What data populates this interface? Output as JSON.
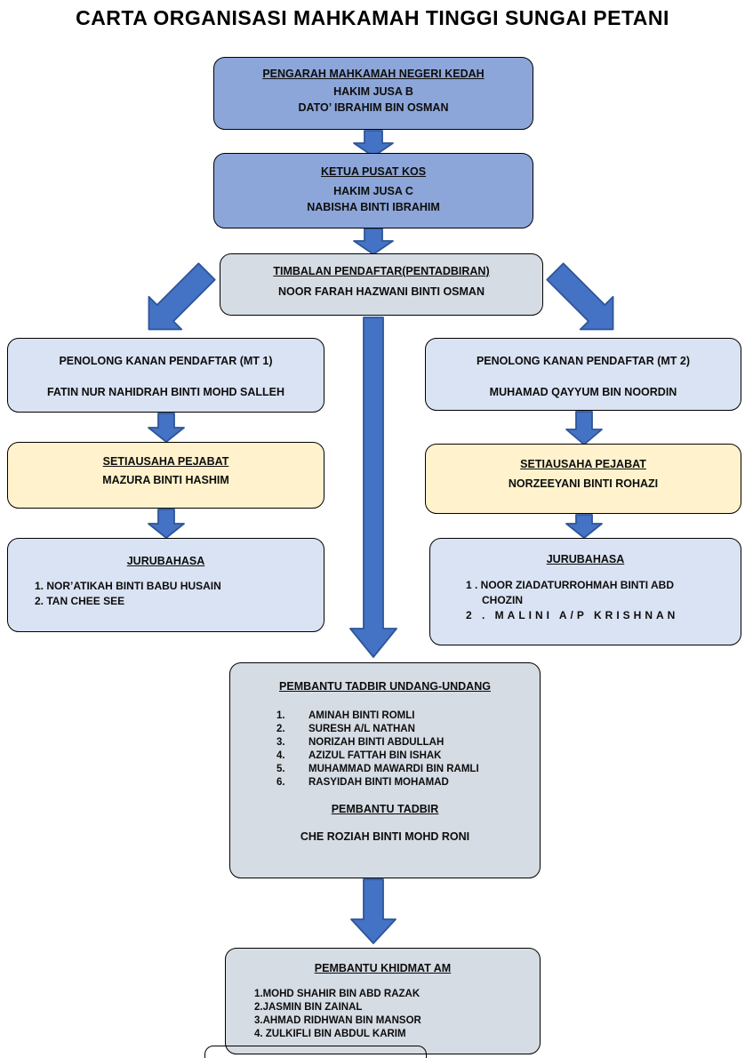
{
  "title": "CARTA ORGANISASI MAHKAMAH TINGGI SUNGAI PETANI",
  "colors": {
    "top_box_fill": "#8CA6D9",
    "gray_box_fill": "#D6DCE4",
    "light_blue_box_fill": "#DAE3F3",
    "yellow_box_fill": "#FFF2CC",
    "arrow_fill": "#4472C4",
    "arrow_stroke": "#2E5597",
    "box_border": "#000000"
  },
  "boxes": {
    "pengarah": {
      "title": "PENGARAH MAHKAMAH NEGERI KEDAH",
      "lines": [
        "HAKIM JUSA  B",
        "DATO’ IBRAHIM BIN OSMAN"
      ]
    },
    "ketua_pusat_kos": {
      "title": "KETUA PUSAT KOS",
      "lines": [
        "HAKIM JUSA C",
        "NABISHA BINTI IBRAHIM"
      ]
    },
    "timbalan_pendaftar": {
      "title": "TIMBALAN PENDAFTAR(PENTADBIRAN)",
      "lines": [
        "NOOR FARAH HAZWANI BINTI OSMAN"
      ]
    },
    "pkp_mt1": {
      "title": "PENOLONG KANAN PENDAFTAR (MT 1)",
      "lines": [
        "FATIN NUR NAHIDRAH BINTI MOHD SALLEH"
      ]
    },
    "pkp_mt2": {
      "title": "PENOLONG KANAN PENDAFTAR (MT 2)",
      "lines": [
        "MUHAMAD QAYYUM BIN NOORDIN"
      ]
    },
    "setiausaha_mt1": {
      "title": "SETIAUSAHA PEJABAT",
      "lines": [
        "MAZURA BINTI HASHIM"
      ]
    },
    "setiausaha_mt2": {
      "title": "SETIAUSAHA PEJABAT",
      "lines": [
        "NORZEEYANI BINTI ROHAZI"
      ]
    },
    "jurubahasa_mt1": {
      "title": "JURUBAHASA",
      "items": [
        "1. NOR’ATIKAH BINTI BABU HUSAIN",
        "2. TAN CHEE SEE"
      ]
    },
    "jurubahasa_mt2": {
      "title": "JURUBAHASA",
      "items": [
        "1 . NOOR ZIADATURROHMAH BINTI ABD CHOZIN",
        "2 . MALINI A/P KRISHNAN"
      ]
    },
    "pembantu_tadbir_undang": {
      "title": "PEMBANTU TADBIR UNDANG-UNDANG",
      "items": [
        {
          "num": "1.",
          "name": "AMINAH BINTI ROMLI"
        },
        {
          "num": "2.",
          "name": "SURESH A/L NATHAN"
        },
        {
          "num": "3.",
          "name": "NORIZAH BINTI ABDULLAH"
        },
        {
          "num": "4.",
          "name": "AZIZUL FATTAH BIN ISHAK"
        },
        {
          "num": "5.",
          "name": "MUHAMMAD MAWARDI BIN RAMLI"
        },
        {
          "num": "6.",
          "name": "RASYIDAH BINTI MOHAMAD"
        }
      ],
      "subtitle": "PEMBANTU TADBIR",
      "subtitle_lines": [
        "CHE ROZIAH BINTI MOHD RONI"
      ]
    },
    "pembantu_khidmat_am": {
      "title": "PEMBANTU KHIDMAT AM",
      "items": [
        "1.MOHD SHAHIR BIN ABD RAZAK",
        "2.JASMIN BIN ZAINAL",
        "3.AHMAD RIDHWAN BIN MANSOR",
        "4. ZULKIFLI BIN ABDUL KARIM"
      ]
    }
  }
}
